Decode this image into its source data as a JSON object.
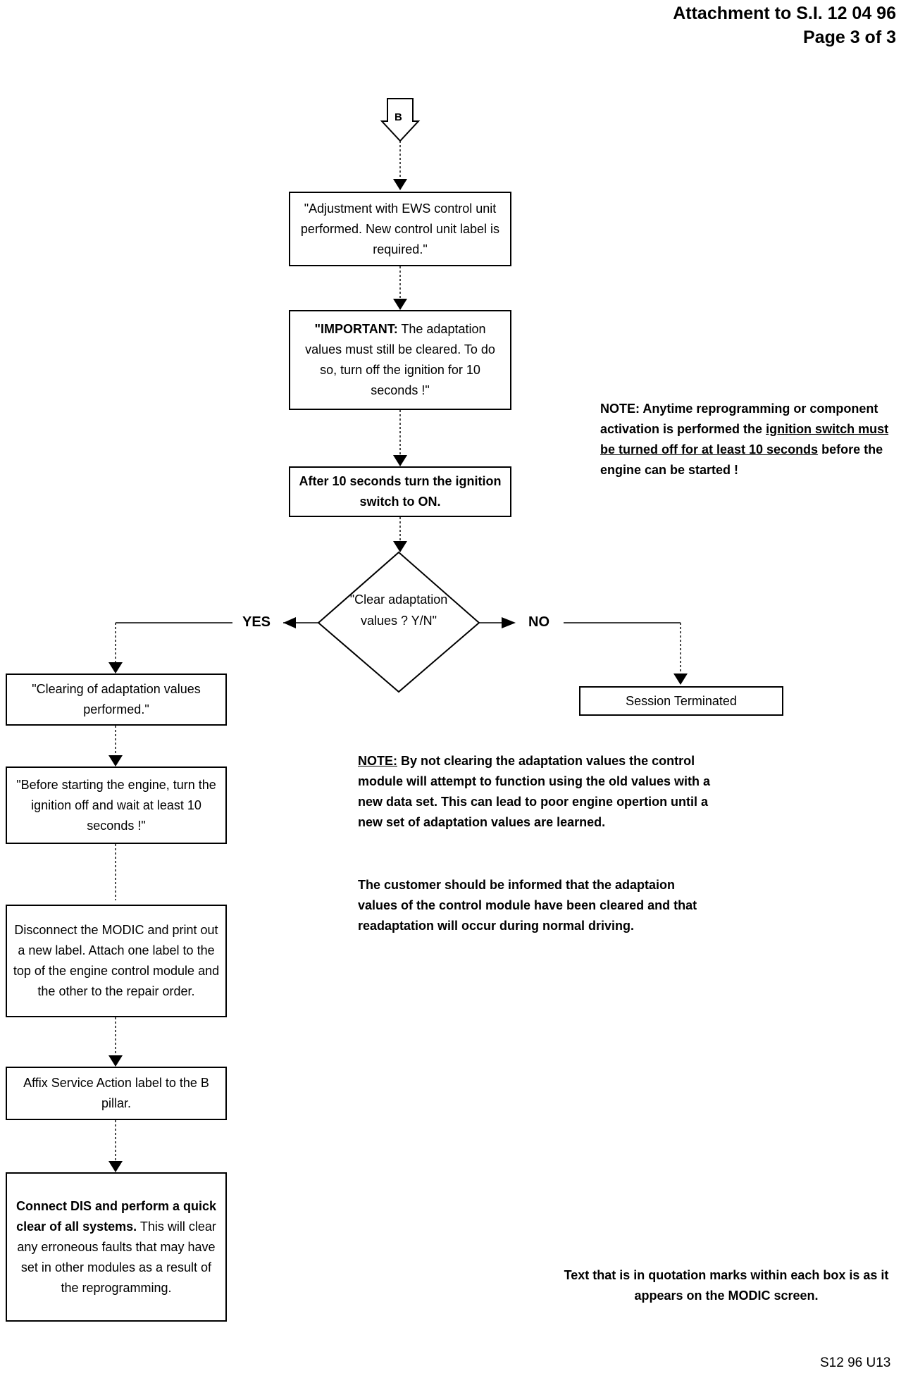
{
  "header": {
    "line1": "Attachment to S.I. 12 04 96",
    "line2": "Page 3 of 3"
  },
  "connector": {
    "label": "B"
  },
  "boxes": {
    "adjustment": "\"Adjustment with EWS control unit performed. New control unit label is required.\"",
    "important_lead": "\"IMPORTANT:",
    "important_rest": "The adaptation values must still be cleared. To do so, turn off the ignition for 10 seconds !\"",
    "after10": "After 10 seconds turn the ignition switch to ON.",
    "clearing": "\"Clearing of adaptation values performed.\"",
    "before_start": "\"Before starting the engine, turn the ignition off and wait at least 10 seconds !\"",
    "disconnect": "Disconnect the MODIC and print out a new label. Attach one label to the top of the engine control module and the other to the repair order.",
    "affix": "Affix Service Action label to the B pillar.",
    "connect_bold": "Connect DIS and perform a quick clear of all systems.",
    "connect_rest": "This will clear any erroneous faults that may have set in other modules as a result of the reprogramming.",
    "session": "Session Terminated"
  },
  "decision": {
    "text": "\"Clear adaptation values ? Y/N\"",
    "yes": "YES",
    "no": "NO"
  },
  "notes": {
    "note1_a": "NOTE: Anytime reprogramming or component activation is performed the",
    "note1_u": "ignition switch must be turned off for at least 10 seconds",
    "note1_b": "before the engine can be started !",
    "note2_label": "NOTE:",
    "note2_text": "By not clearing the adaptation values the control module will attempt to function using the old values with a new data set. This can lead to poor engine opertion until a new set of adaptation values are learned.",
    "note3": "The customer should be informed that the adaptaion values of the control module have been cleared and that readaptation will occur during normal driving.",
    "footer_note": "Text that is in quotation marks within each box is as it appears on the MODIC screen."
  },
  "doc_code": "S12 96 U13"
}
